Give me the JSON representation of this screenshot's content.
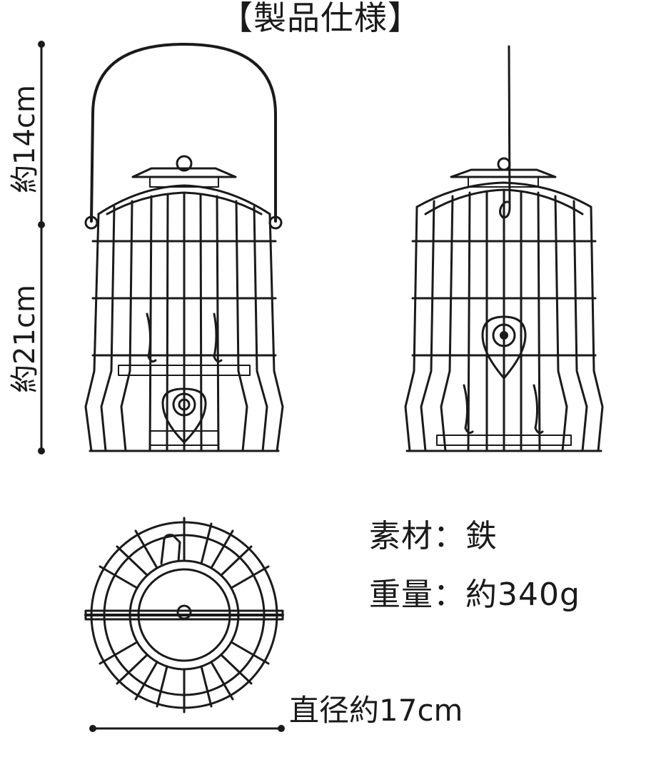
{
  "title": "【製品仕様】",
  "dimensions": {
    "upper_height": "約14cm",
    "lower_height": "約21cm",
    "diameter": "直径約17cm"
  },
  "specs": {
    "material": "素材：鉄",
    "weight": "重量：約340g"
  }
}
